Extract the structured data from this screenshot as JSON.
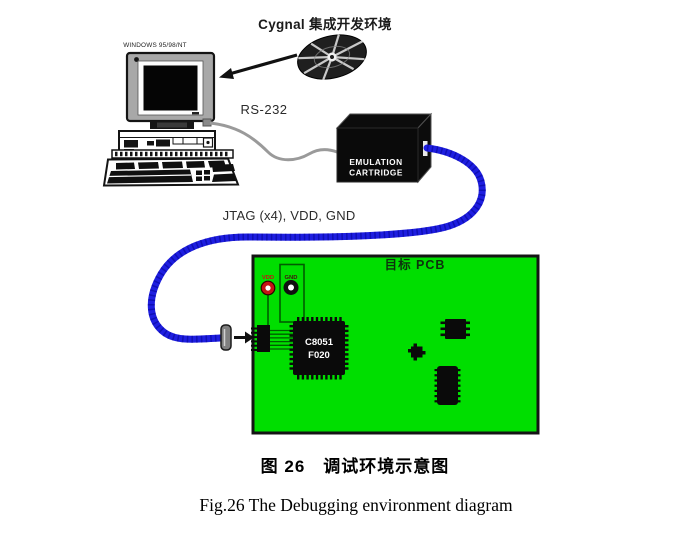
{
  "figure": {
    "ide_label": "Cygnal 集成开发环境",
    "os_label": "WINDOWS 95/98/NT",
    "serial_label": "RS-232",
    "jtag_label": "JTAG (x4), VDD, GND",
    "cartridge": {
      "line1": "EMULATION",
      "line2": "CARTRIDGE"
    },
    "pcb": {
      "title": "目标 PCB",
      "vdd_label": "VDD",
      "gnd_label": "GND",
      "mcu": {
        "line1": "C8051",
        "line2": "F020"
      }
    }
  },
  "captions": {
    "zh": "图 26　调试环境示意图",
    "en": "Fig.26 The Debugging environment diagram"
  },
  "colors": {
    "pcb_green": "#00de00",
    "cable_blue": "#1e1ee0",
    "serial_cable_gray": "#9a9a9a",
    "vdd_red": "#c51414",
    "trace_dark_green": "#015c01"
  }
}
